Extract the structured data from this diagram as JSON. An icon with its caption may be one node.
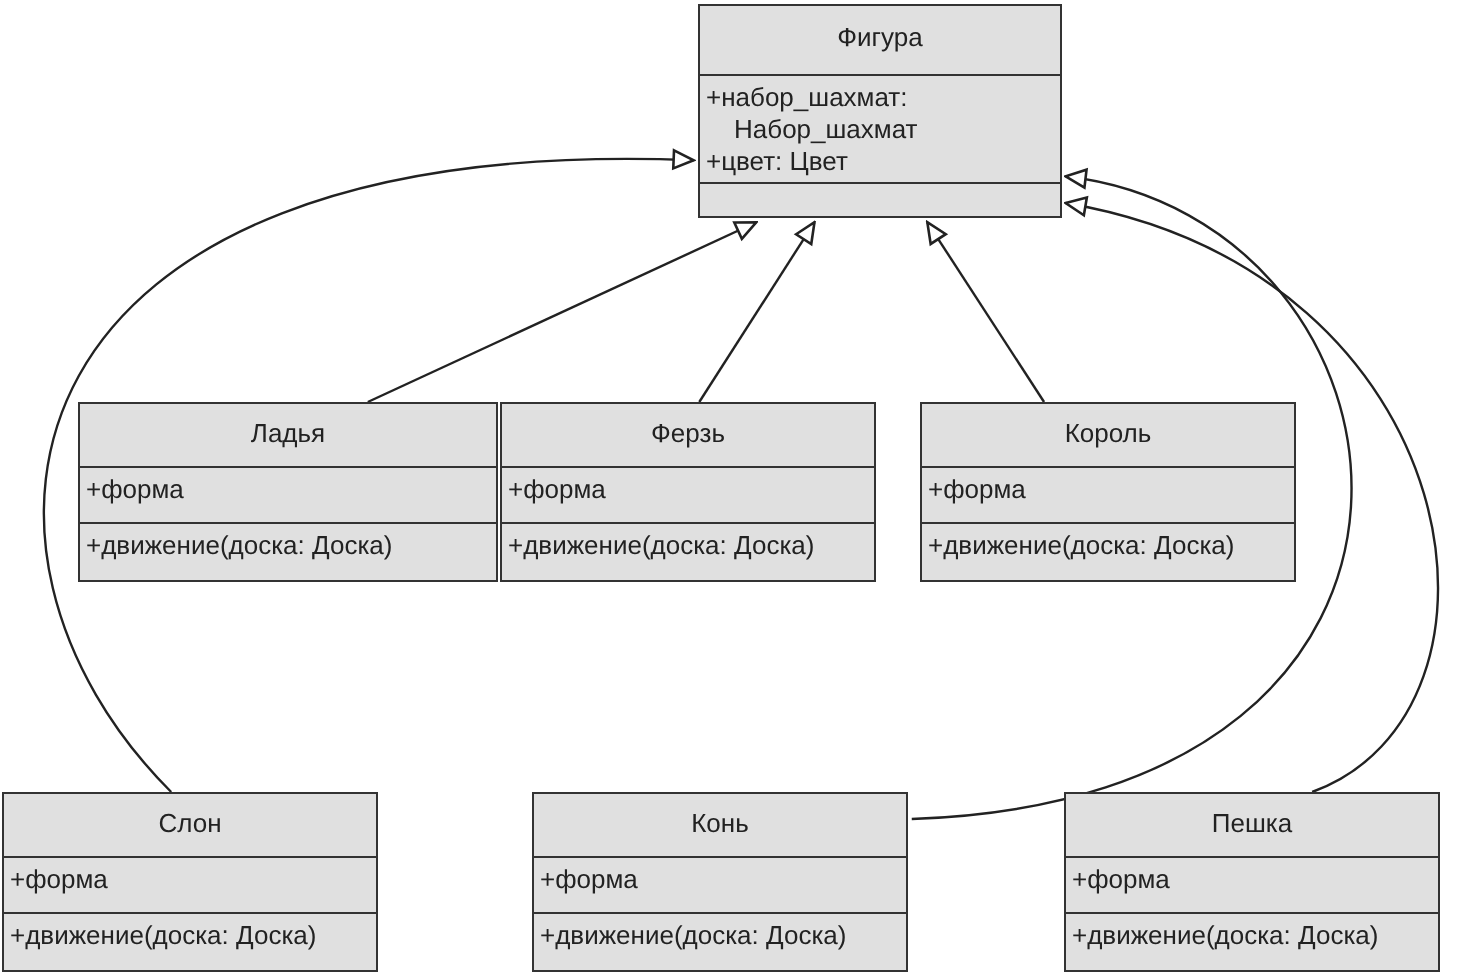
{
  "diagram": {
    "nodes": [
      {
        "text": [
          "Фигура",
          "+набор_шахмат: Набор_шахмат",
          "+цвет: Цвет"
        ]
      },
      {
        "text": [
          "Ладья",
          "+форма",
          "+движение(доска: Доска)"
        ]
      },
      {
        "text": [
          "Ферзь",
          "+форма",
          "+движение(доска: Доска)"
        ]
      },
      {
        "text": [
          "Король",
          "+форма",
          "+движение(доска: Доска)"
        ]
      },
      {
        "text": [
          "Слон",
          "+форма",
          "+движение(доска: Доска)"
        ]
      },
      {
        "text": [
          "Конь",
          "+форма",
          "+движение(доска: Доска)"
        ]
      },
      {
        "text": [
          "Пешка",
          "+форма",
          "+движение(доска: Доска)"
        ]
      }
    ],
    "edges": [
      {
        "from": 1,
        "to": 0,
        "arrow": "to"
      },
      {
        "from": 2,
        "to": 0,
        "arrow": "to"
      },
      {
        "from": 3,
        "to": 0,
        "arrow": "to"
      },
      {
        "from": 4,
        "to": 0,
        "arrow": "to"
      },
      {
        "from": 5,
        "to": 0,
        "arrow": "to"
      },
      {
        "from": 6,
        "to": 0,
        "arrow": "to"
      }
    ]
  }
}
